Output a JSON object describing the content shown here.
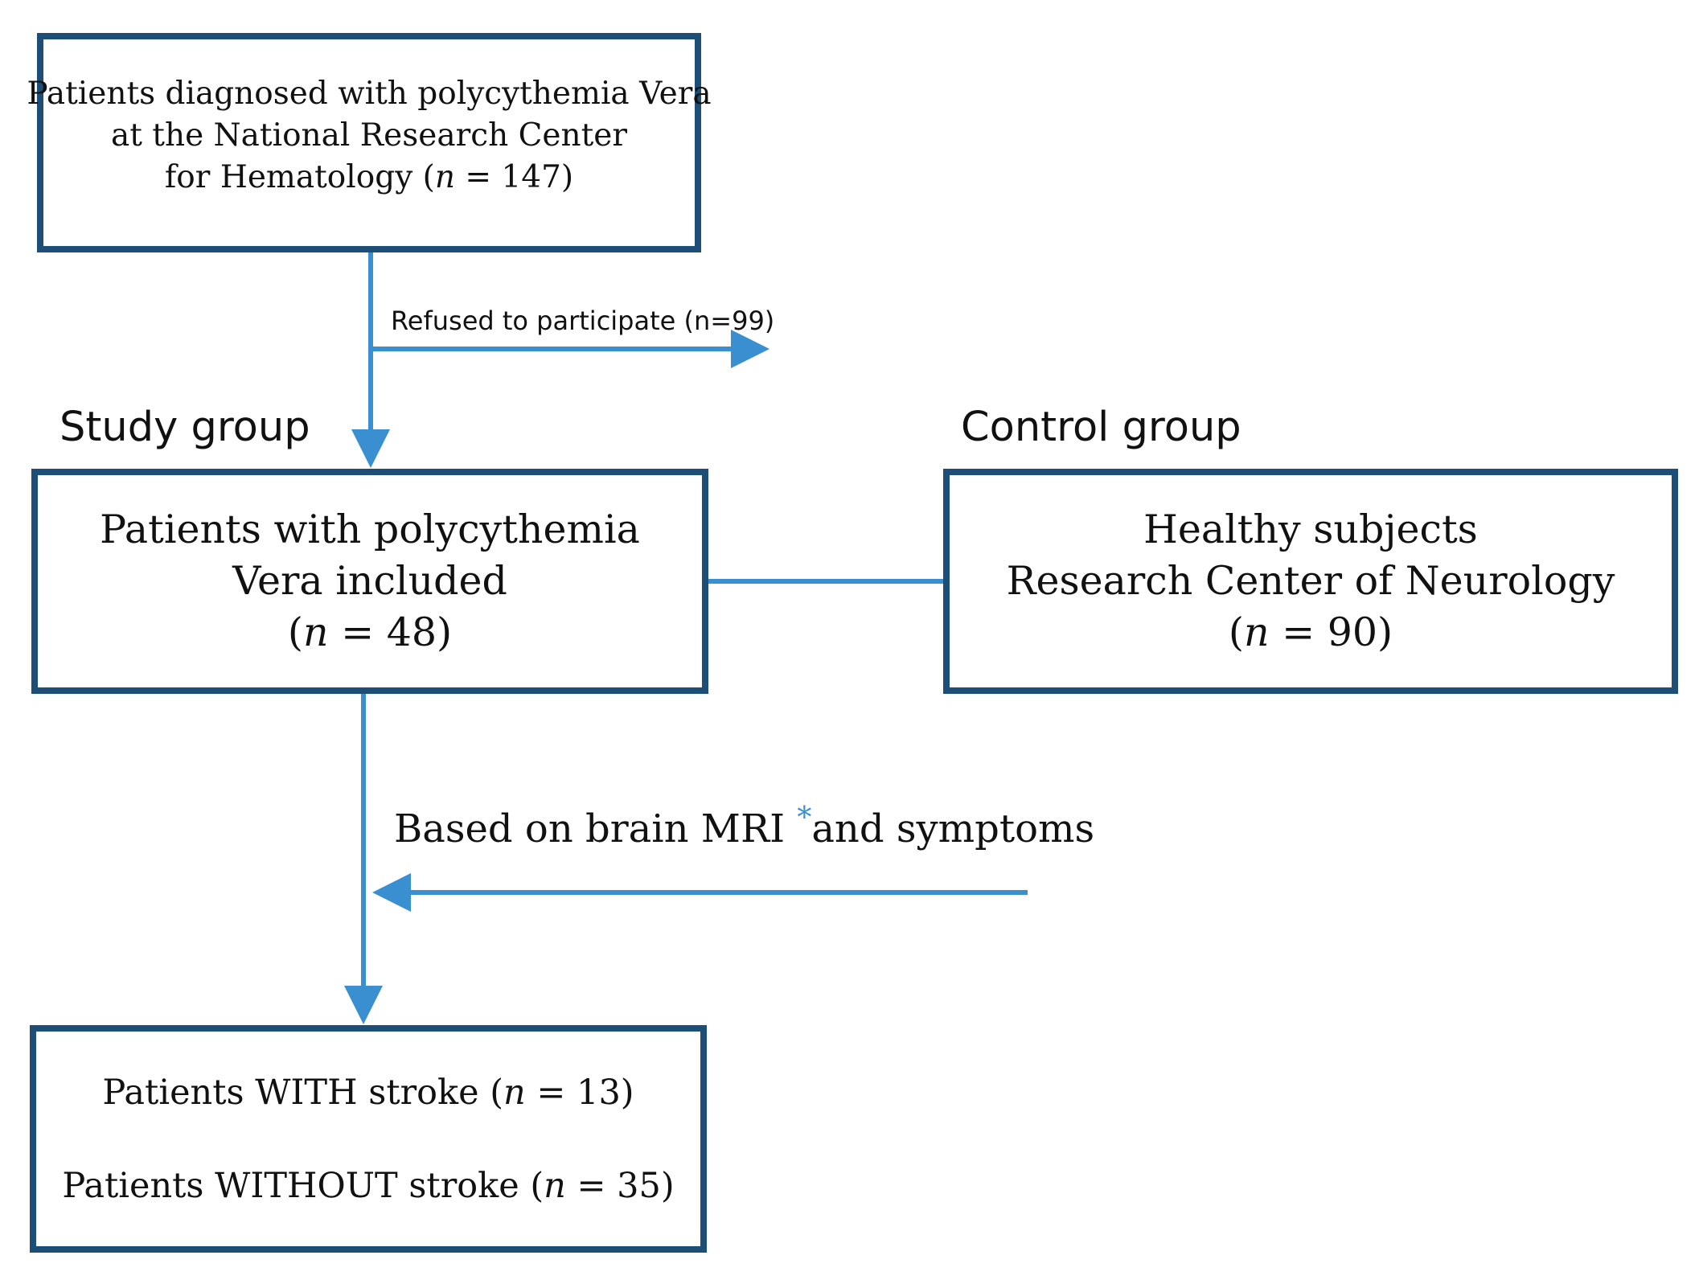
{
  "boxes": {
    "diagnosed": {
      "lines": [
        "Patients diagnosed with polycythemia Vera",
        "at the National Research Center"
      ],
      "last_prefix": "for Hematology (",
      "n_symbol": "n",
      "last_suffix": " = 147)"
    },
    "included": {
      "lines": [
        "Patients with polycythemia",
        "Vera included"
      ],
      "count_prefix": "(",
      "n_symbol": "n",
      "count_suffix": " = 48)"
    },
    "healthy": {
      "lines": [
        "Healthy subjects",
        "Research Center of Neurology"
      ],
      "count_prefix": "(",
      "n_symbol": "n",
      "count_suffix": " = 90)"
    },
    "outcome": {
      "with_prefix": "Patients WITH stroke (",
      "with_n": "n",
      "with_suffix": " = 13)",
      "without_prefix": "Patients WITHOUT stroke (",
      "without_n": "n",
      "without_suffix": " = 35)"
    }
  },
  "labels": {
    "study_group": "Study group",
    "control_group": "Control group",
    "refused": "Refused to participate (n=99)",
    "mri_before": "Based on brain MRI ",
    "mri_asterisk": "*",
    "mri_after": "and symptoms"
  },
  "colors": {
    "box_border": "#1c4e78",
    "arrow": "#3a8fd1",
    "asterisk": "#3a8fd1"
  }
}
